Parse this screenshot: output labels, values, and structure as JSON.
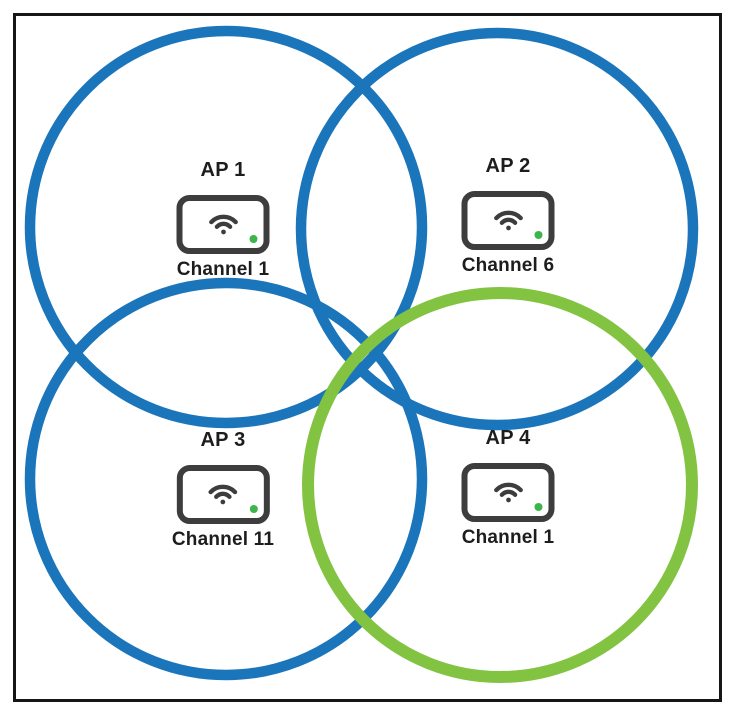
{
  "colors": {
    "circle_blue": "#1b75bb",
    "circle_green": "#82c341",
    "device_border": "#3d3d3d",
    "wifi_icon": "#3d3d3d",
    "led_green": "#3cb54a",
    "frame_border": "#161616",
    "text": "#1d1d1d",
    "background": "#ffffff"
  },
  "aps": [
    {
      "name": "AP 1",
      "channel": "Channel 1",
      "circle_color": "#1b75bb"
    },
    {
      "name": "AP 2",
      "channel": "Channel 6",
      "circle_color": "#1b75bb"
    },
    {
      "name": "AP 3",
      "channel": "Channel 11",
      "circle_color": "#1b75bb"
    },
    {
      "name": "AP 4",
      "channel": "Channel 1",
      "circle_color": "#82c341"
    }
  ]
}
